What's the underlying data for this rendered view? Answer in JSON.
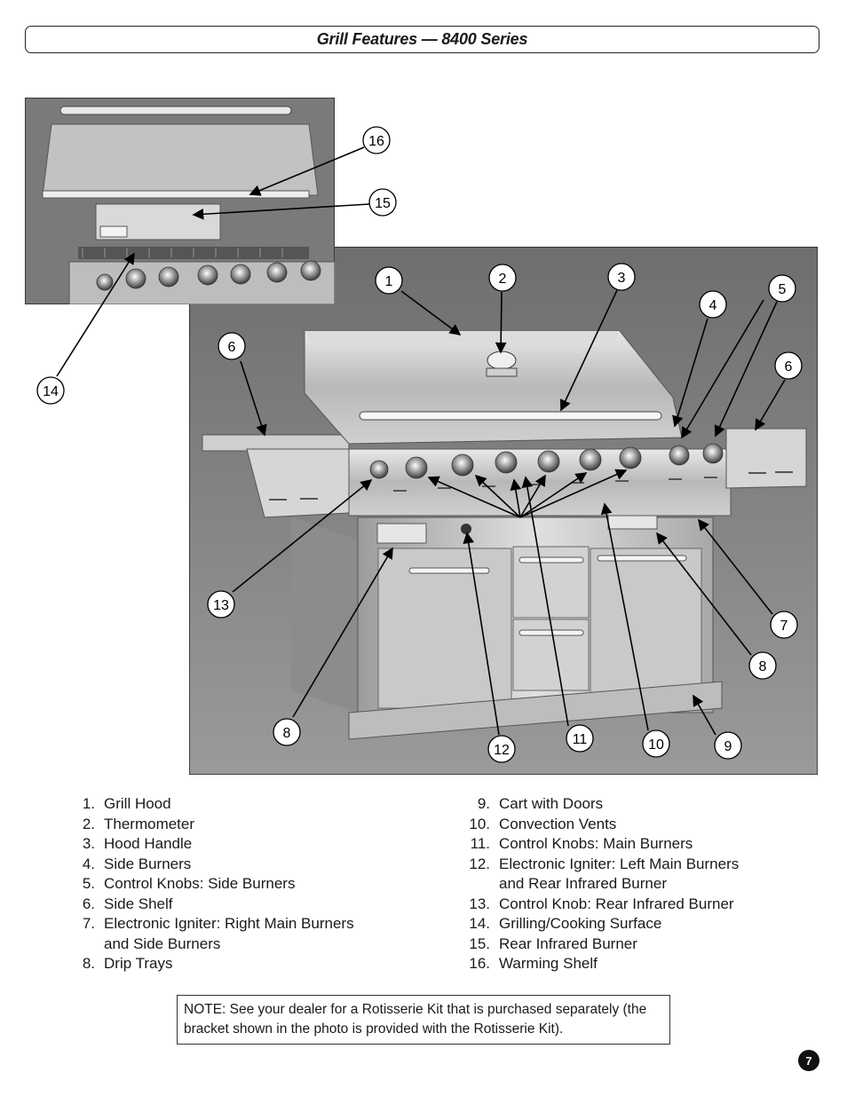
{
  "header": {
    "title": "Grill Features — 8400 Series"
  },
  "callouts": [
    "1",
    "2",
    "3",
    "4",
    "5",
    "6",
    "7",
    "8",
    "9",
    "10",
    "11",
    "12",
    "13",
    "14",
    "15",
    "16"
  ],
  "features_left": [
    {
      "num": "1.",
      "label": "Grill Hood"
    },
    {
      "num": "2.",
      "label": "Thermometer"
    },
    {
      "num": "3.",
      "label": "Hood Handle"
    },
    {
      "num": "4.",
      "label": "Side Burners"
    },
    {
      "num": "5.",
      "label": "Control Knobs: Side Burners"
    },
    {
      "num": "6.",
      "label": "Side Shelf"
    },
    {
      "num": "7.",
      "label": "Electronic Igniter: Right Main Burners\nand Side Burners"
    },
    {
      "num": "8.",
      "label": "Drip Trays"
    }
  ],
  "features_right": [
    {
      "num": "9.",
      "label": "Cart with Doors"
    },
    {
      "num": "10.",
      "label": "Convection Vents"
    },
    {
      "num": "11.",
      "label": "Control Knobs: Main Burners"
    },
    {
      "num": "12.",
      "label": "Electronic Igniter: Left Main Burners\nand Rear Infrared Burner"
    },
    {
      "num": "13.",
      "label": "Control Knob: Rear Infrared Burner"
    },
    {
      "num": "14.",
      "label": "Grilling/Cooking Surface"
    },
    {
      "num": "15.",
      "label": "Rear Infrared Burner"
    },
    {
      "num": "16.",
      "label": "Warming Shelf"
    }
  ],
  "note": "NOTE: See your dealer for a Rotisserie Kit that is purchased separately (the bracket shown in the photo is provided with the Rotisserie Kit).",
  "page_number": "7"
}
